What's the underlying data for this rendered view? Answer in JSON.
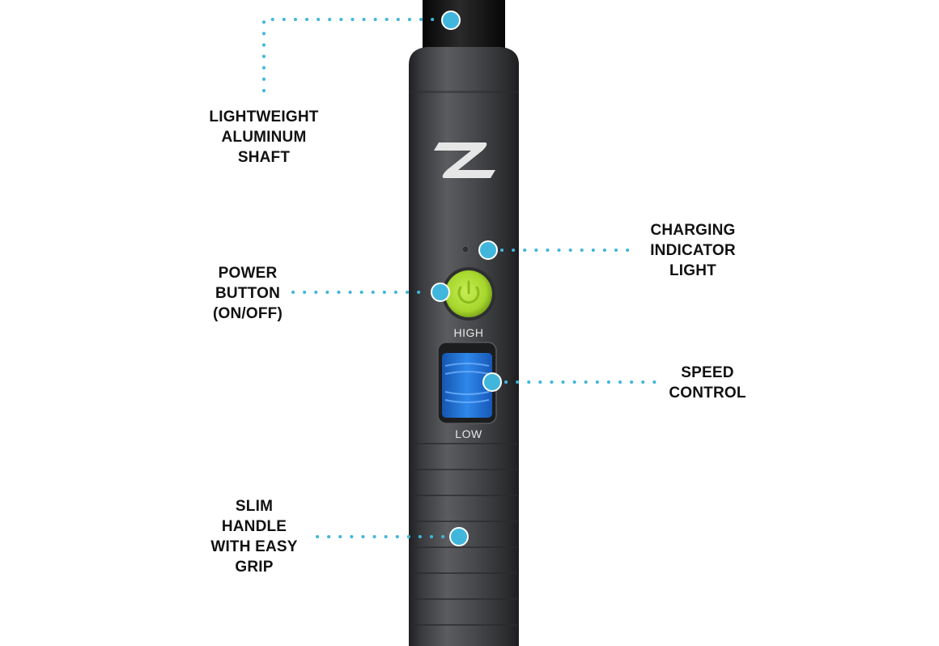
{
  "colors": {
    "callout": "#41b6dc",
    "power_button": "#a6d62d",
    "speed_slider": "#1e74d6",
    "handle": "#46484b",
    "shaft": "#111111"
  },
  "device": {
    "logo": "brand-swoosh-logo",
    "high_label": "HIGH",
    "low_label": "LOW"
  },
  "callouts": {
    "shaft": {
      "lines": [
        "LIGHTWEIGHT",
        "ALUMINUM",
        "SHAFT"
      ]
    },
    "charging": {
      "lines": [
        "CHARGING",
        "INDICATOR",
        "LIGHT"
      ]
    },
    "power": {
      "lines": [
        "POWER",
        "BUTTON",
        "(ON/OFF)"
      ]
    },
    "speed": {
      "lines": [
        "SPEED",
        "CONTROL"
      ]
    },
    "handle": {
      "lines": [
        "SLIM",
        "HANDLE",
        "WITH EASY",
        "GRIP"
      ]
    }
  }
}
